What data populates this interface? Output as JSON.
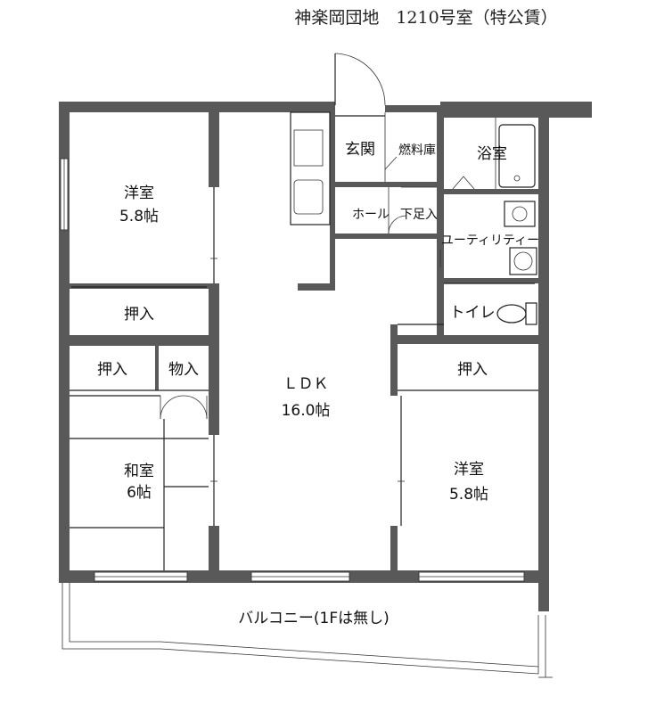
{
  "title": "神楽岡団地　1210号室（特公賃）",
  "rooms": {
    "western_nw": {
      "name": "洋室",
      "size": "5.8帖"
    },
    "closet_nw": "押入",
    "closet_w": "押入",
    "storage": "物入",
    "japanese": {
      "name": "和室",
      "size": "6帖"
    },
    "ldk": {
      "name": "ＬＤＫ",
      "size": "16.0帖"
    },
    "entrance": "玄関",
    "fuel_storage": "燃料庫",
    "bath": "浴室",
    "hall": "ホール",
    "shoe_box": "下足入",
    "utility": "ユーティリティー",
    "toilet": "トイレ",
    "closet_e": "押入",
    "western_se": {
      "name": "洋室",
      "size": "5.8帖"
    },
    "balcony": "バルコニー(1Fは無し)"
  }
}
